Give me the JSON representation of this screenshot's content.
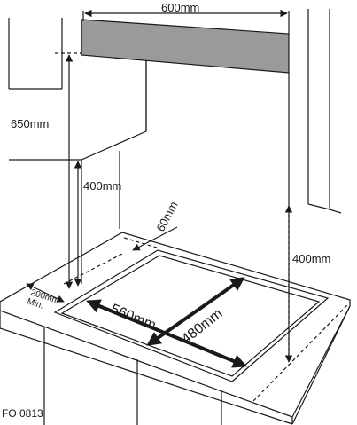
{
  "labels": {
    "width_600": "600mm",
    "height_650": "650mm",
    "height_400_left": "400mm",
    "height_400_right": "400mm",
    "gap_60": "60mm",
    "wall_200": "200mm",
    "min": "Min.",
    "hob_560": "560mm",
    "hob_480": "480mm",
    "code": "FO 0813"
  },
  "colors": {
    "line": "#1a1a1a",
    "hood": "#9a9a9a",
    "background": "#ffffff"
  }
}
